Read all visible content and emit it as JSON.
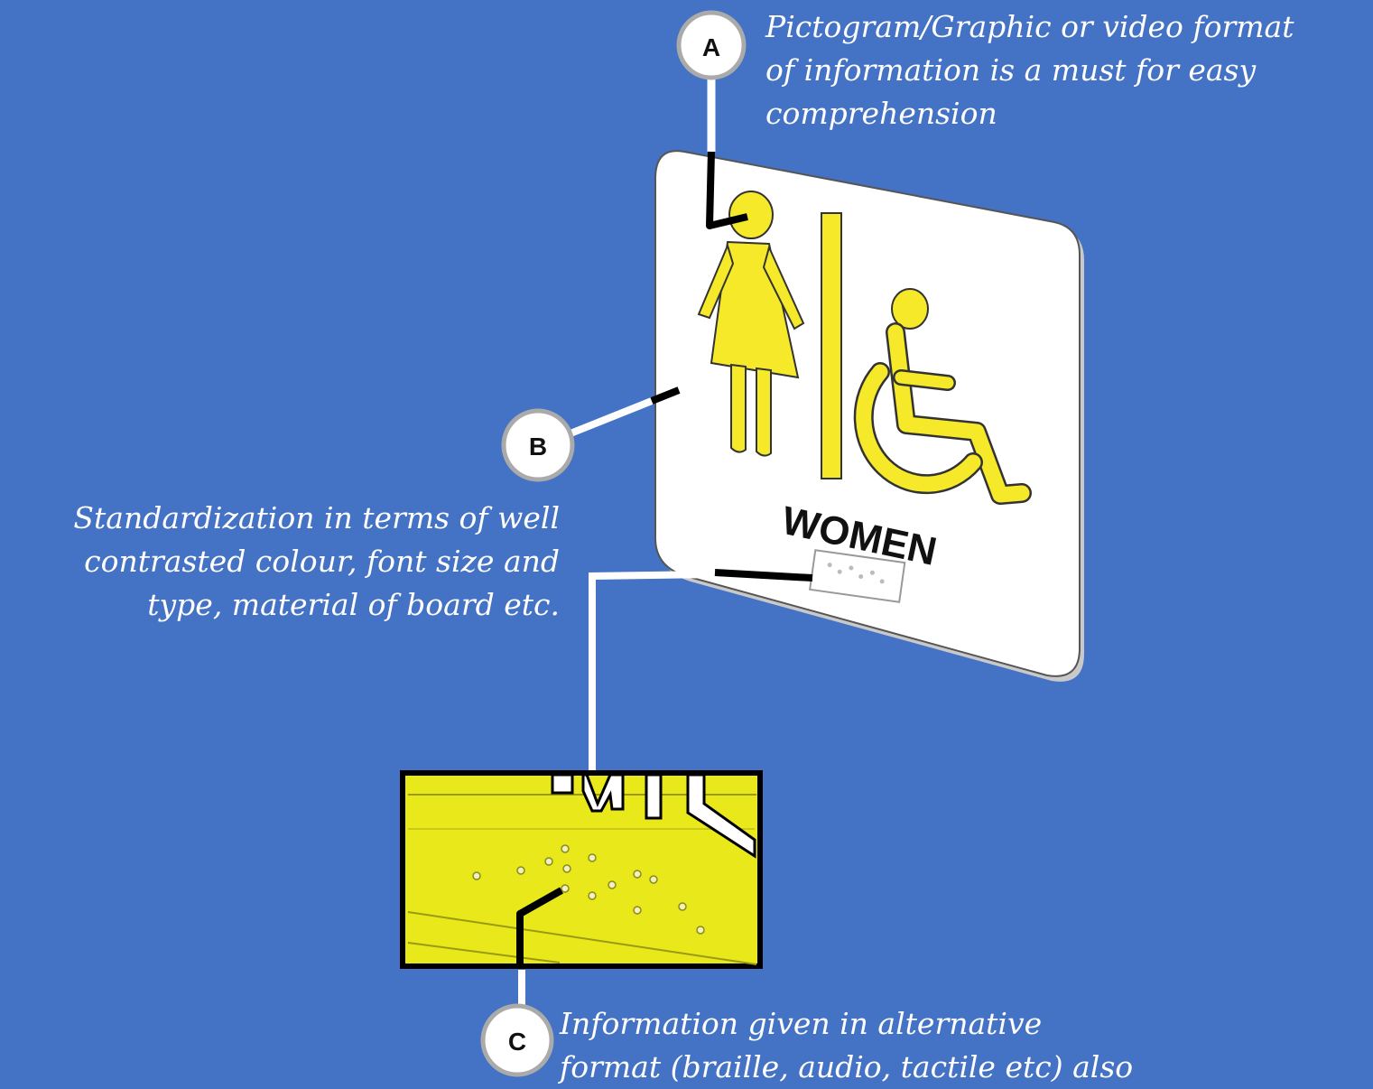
{
  "markers": {
    "a": "A",
    "b": "B",
    "c": "C"
  },
  "notes": {
    "a": [
      "Pictogram/Graphic or video format",
      "of information is a must for easy",
      "comprehension"
    ],
    "b": [
      "Standardization in terms of well",
      "contrasted colour, font size and",
      "type, material of board etc."
    ],
    "c": [
      "Information given in alternative",
      "format (braille, audio, tactile etc) also"
    ]
  },
  "sign": {
    "label": "WOMEN"
  },
  "colors": {
    "background": "#4472c4",
    "pictogram": "#f5e92a",
    "board": "#ffffff",
    "leader": "#ffffff",
    "pointer": "#000000"
  }
}
